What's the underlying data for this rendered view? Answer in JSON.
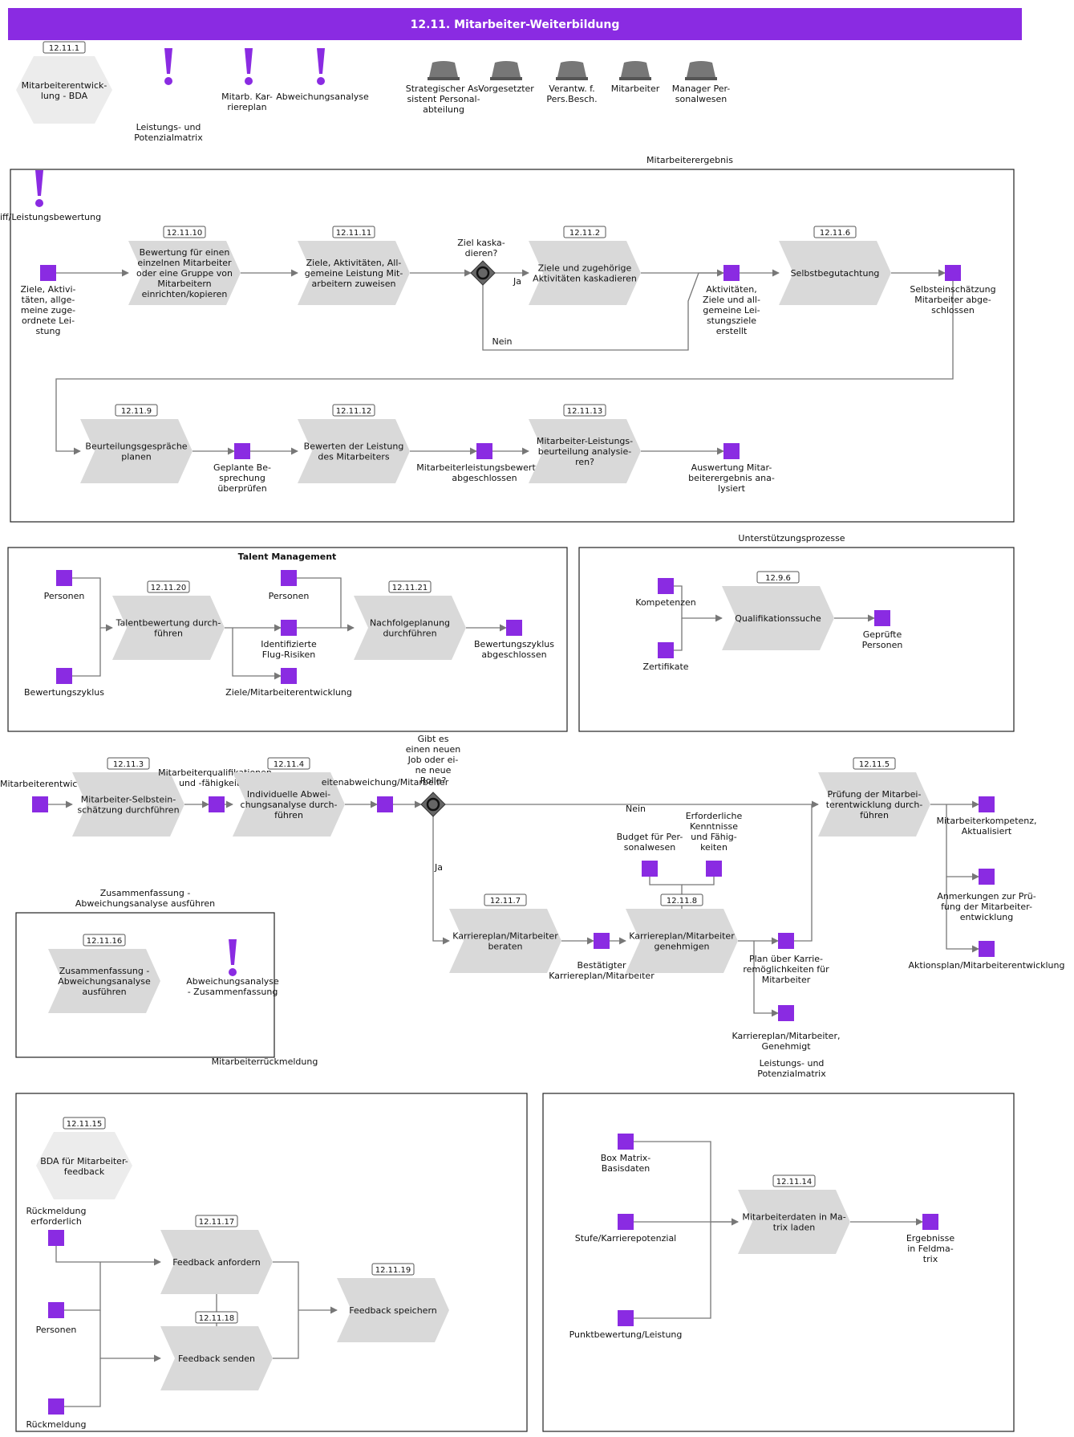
{
  "header": {
    "title": "12.11. Mitarbeiter-Weiterbildung"
  },
  "colors": {
    "accent": "#8a2be2",
    "function_fill": "#d9d9d9",
    "gateway": "#666666"
  },
  "top": {
    "bda": {
      "id": "12.11.1",
      "label": [
        "Mitarbeiterentwick-",
        "lung - BDA"
      ]
    },
    "documents": [
      {
        "label": [
          "Leistungs- und",
          "Potenzialmatrix"
        ]
      },
      {
        "label": [
          "Mitarb. Kar-",
          "riereplan"
        ]
      },
      {
        "label": [
          "Abweichungsanalyse"
        ]
      }
    ],
    "roles": [
      {
        "label": [
          "Strategischer As-",
          "sistent Personal-",
          "abteilung"
        ]
      },
      {
        "label": [
          "Vorgesetzter"
        ]
      },
      {
        "label": [
          "Verantw. f.",
          "Pers.Besch."
        ]
      },
      {
        "label": [
          "Mitarbeiter"
        ]
      },
      {
        "label": [
          "Manager Per-",
          "sonalwesen"
        ]
      }
    ]
  },
  "lane1": {
    "caption": "Mitarbeiterergebnis",
    "doc_label": "iff/Leistungsbewertung",
    "start_event": [
      "Ziele, Aktivi-",
      "täten, allge-",
      "meine zuge-",
      "ordnete Lei-",
      "stung"
    ],
    "f10": {
      "id": "12.11.10",
      "label": [
        "Bewertung für einen",
        "einzelnen Mitarbeiter",
        "oder eine Gruppe von",
        "Mitarbeitern",
        "einrichten/kopieren"
      ]
    },
    "f11": {
      "id": "12.11.11",
      "label": [
        "Ziele, Aktivitäten, All-",
        "gemeine Leistung Mit-",
        "arbeitern zuweisen"
      ]
    },
    "gateway": [
      "Ziel kaska-",
      "dieren?"
    ],
    "yes": "Ja",
    "no": "Nein",
    "f2": {
      "id": "12.11.2",
      "label": [
        "Ziele und zugehörige",
        "Aktivitäten kaskadieren"
      ]
    },
    "e_created": [
      "Aktivitäten,",
      "Ziele und all-",
      "gemeine Lei-",
      "stungsziele",
      "erstellt"
    ],
    "f6": {
      "id": "12.11.6",
      "label": [
        "Selbstbegutachtung"
      ]
    },
    "e_self": [
      "Selbsteinschätzung",
      "Mitarbeiter abge-",
      "schlossen"
    ],
    "f9": {
      "id": "12.11.9",
      "label": [
        "Beurteilungsgespräche",
        "planen"
      ]
    },
    "e_plan": [
      "Geplante Be-",
      "sprechung",
      "überprüfen"
    ],
    "f12": {
      "id": "12.11.12",
      "label": [
        "Bewerten der Leistung",
        "des Mitarbeiters"
      ]
    },
    "e_done": [
      "Mitarbeiterleistungsbewertung",
      "abgeschlossen"
    ],
    "f13": {
      "id": "12.11.13",
      "label": [
        "Mitarbeiter-Leistungs-",
        "beurteilung analysie-",
        "ren?"
      ]
    },
    "e_result": [
      "Auswertung Mitar-",
      "beiterergebnis ana-",
      "lysiert"
    ]
  },
  "talent": {
    "title": "Talent Management",
    "e_persons1": "Personen",
    "e_cycle": "Bewertungszyklus",
    "f20": {
      "id": "12.11.20",
      "label": [
        "Talentbewertung durch-",
        "führen"
      ]
    },
    "e_persons2": "Personen",
    "e_flight": [
      "Identifizierte",
      "Flug-Risiken"
    ],
    "e_goals": "Ziele/Mitarbeiterentwicklung",
    "f21": {
      "id": "12.11.21",
      "label": [
        "Nachfolgeplanung",
        "durchführen"
      ]
    },
    "e_end": [
      "Bewertungszyklus",
      "abgeschlossen"
    ]
  },
  "support": {
    "caption": "Unterstützungsprozesse",
    "e_comp": "Kompetenzen",
    "e_cert": "Zertifikate",
    "f": {
      "id": "12.9.6",
      "label": [
        "Qualifikationssuche"
      ]
    },
    "e_out": [
      "Geprüfte",
      "Personen"
    ]
  },
  "devflow": {
    "e_start": "Mitarbeiterentwic",
    "f3": {
      "id": "12.11.3",
      "label": [
        "Mitarbeiter-Selbstein-",
        "schätzung durchführen"
      ]
    },
    "e_quals": [
      "Mitarbeiterqualifikationen",
      "und -fähigkeiten"
    ],
    "f4": {
      "id": "12.11.4",
      "label": [
        "Individuelle Abwei-",
        "chungsanalyse durch-",
        "führen"
      ]
    },
    "e_dev": "eitenabweichung/Mitarbeiter",
    "gateway": [
      "Gibt es",
      "einen neuen",
      "Job oder ei-",
      "ne neue",
      "Rolle?"
    ],
    "no": "Nein",
    "yes": "Ja",
    "f7": {
      "id": "12.11.7",
      "label": [
        "Karriereplan/Mitarbeiter",
        "beraten"
      ]
    },
    "e_confirmed": [
      "Bestätigter",
      "Karriereplan/Mitarbeiter"
    ],
    "e_budget": [
      "Budget für Per-",
      "sonalwesen"
    ],
    "e_skills": [
      "Erforderliche",
      "Kenntnisse",
      "und Fähig-",
      "keiten"
    ],
    "f8": {
      "id": "12.11.8",
      "label": [
        "Karriereplan/Mitarbeiter",
        "genehmigen"
      ]
    },
    "e_careerplan": [
      "Plan über Karrie-",
      "remöglichkeiten für",
      "Mitarbeiter"
    ],
    "e_approved": [
      "Karriereplan/Mitarbeiter,",
      "Genehmigt"
    ],
    "f5": {
      "id": "12.11.5",
      "label": [
        "Prüfung der Mitarbei-",
        "terentwicklung durch-",
        "führen"
      ]
    },
    "e_comp_upd": [
      "Mitarbeiterkompetenz,",
      "Aktualisiert"
    ],
    "e_notes": [
      "Anmerkungen zur Prü-",
      "fung der Mitarbeiter-",
      "entwicklung"
    ],
    "e_action": "Aktionsplan/Mitarbeiterentwicklung"
  },
  "summary": {
    "caption": [
      "Zusammenfassung -",
      "Abweichungsanalyse ausführen"
    ],
    "f16": {
      "id": "12.11.16",
      "label": [
        "Zusammenfassung -",
        "Abweichungsanalyse",
        "ausführen"
      ]
    },
    "doc": [
      "Abweichungsanalyse",
      "- Zusammenfassung"
    ]
  },
  "feedback": {
    "caption": "Mitarbeiterrückmeldung",
    "bda": {
      "id": "12.11.15",
      "label": [
        "BDA für Mitarbeiter-",
        "feedback"
      ]
    },
    "e_req": [
      "Rückmeldung",
      "erforderlich"
    ],
    "e_persons": "Personen",
    "e_feedback": "Rückmeldung",
    "f17": {
      "id": "12.11.17",
      "label": [
        "Feedback anfordern"
      ]
    },
    "f18": {
      "id": "12.11.18",
      "label": [
        "Feedback senden"
      ]
    },
    "f19": {
      "id": "12.11.19",
      "label": [
        "Feedback speichern"
      ]
    }
  },
  "matrix": {
    "caption": [
      "Leistungs- und",
      "Potenzialmatrix"
    ],
    "e_box": [
      "Box Matrix-",
      "Basisdaten"
    ],
    "e_stage": "Stufe/Karrierepotenzial",
    "e_points": "Punktbewertung/Leistung",
    "f14": {
      "id": "12.11.14",
      "label": [
        "Mitarbeiterdaten in Ma-",
        "trix laden"
      ]
    },
    "e_out": [
      "Ergebnisse",
      "in Feldma-",
      "trix"
    ]
  }
}
